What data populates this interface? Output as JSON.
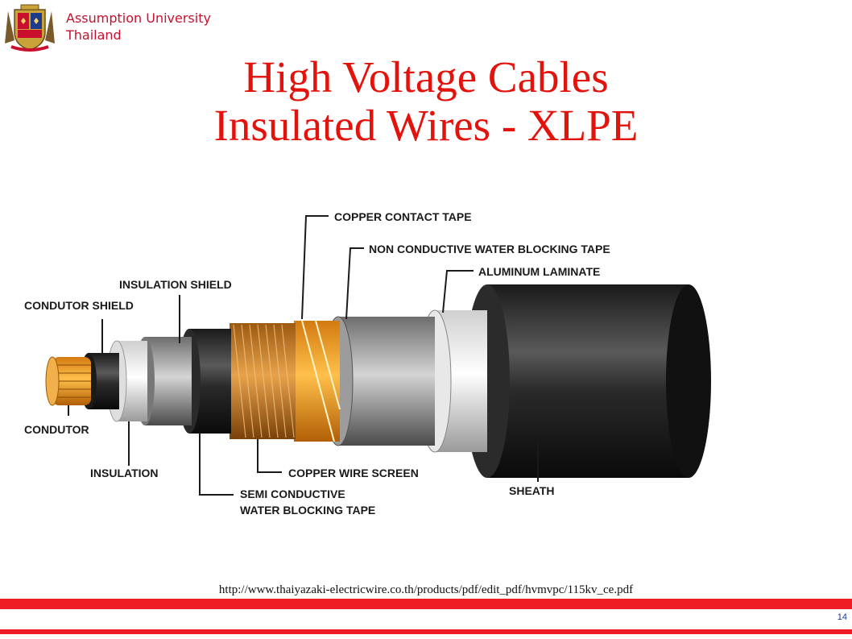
{
  "header": {
    "university_line1": "Assumption University",
    "university_line2": "Thailand"
  },
  "title": {
    "line1": "High Voltage Cables",
    "line2": "Insulated Wires - XLPE"
  },
  "diagram": {
    "labels": {
      "copper_contact_tape": "COPPER CONTACT TAPE",
      "non_conductive_tape": "NON CONDUCTIVE WATER BLOCKING TAPE",
      "aluminum_laminate": "ALUMINUM LAMINATE",
      "insulation_shield": "INSULATION SHIELD",
      "conductor_shield": "CONDUTOR  SHIELD",
      "conductor": "CONDUTOR",
      "insulation": "INSULATION",
      "copper_wire_screen": "COPPER  WIRE SCREEN",
      "semi_conductive_1": "SEMI CONDUCTIVE",
      "semi_conductive_2": "WATER BLOCKING TAPE",
      "sheath": "SHEATH"
    }
  },
  "footer": {
    "url": "http://www.thaiyazaki-electricwire.co.th/products/pdf/edit_pdf/hvmvpc/115kv_ce.pdf",
    "page_number": "14"
  },
  "colors": {
    "title_red": "#e3120b",
    "bar_red": "#ee1c24",
    "copper": "#d98a1c"
  }
}
